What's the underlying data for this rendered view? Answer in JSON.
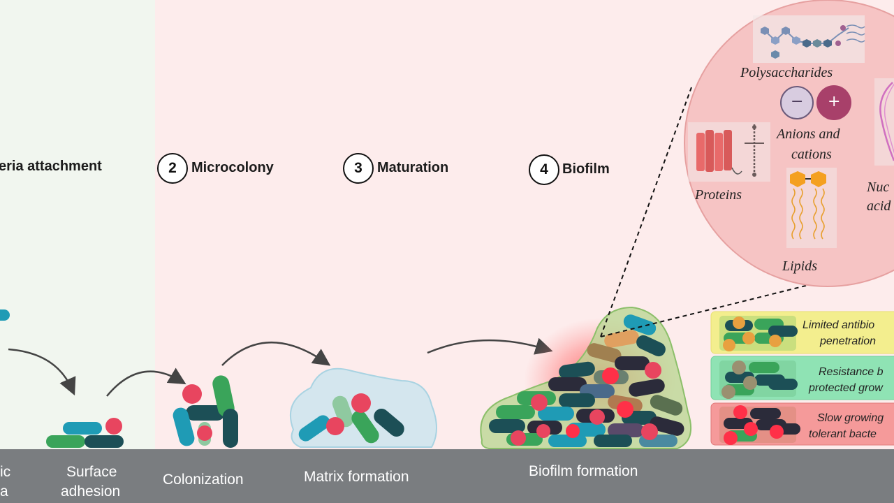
{
  "stages": [
    {
      "number": "",
      "title": "eria attachment"
    },
    {
      "number": "2",
      "title": "Microcolony"
    },
    {
      "number": "3",
      "title": "Maturation"
    },
    {
      "number": "4",
      "title": "Biofilm"
    }
  ],
  "steps": {
    "planktonic_line1": "ic",
    "planktonic_line2": "a",
    "surface_line1": "Surface",
    "surface_line2": "adhesion",
    "colonization": "Colonization",
    "matrix": "Matrix formation",
    "biofilm": "Biofilm formation"
  },
  "matrix_components": {
    "polysaccharides": "Polysaccharides",
    "ions_line1": "Anions and",
    "ions_line2": "cations",
    "anion_symbol": "−",
    "cation_symbol": "+",
    "proteins": "Proteins",
    "lipids": "Lipids",
    "nucleic_line1": "Nuc",
    "nucleic_line2": "acid"
  },
  "mechanisms": [
    {
      "line1": "Limited antibio",
      "line2": "penetration",
      "color": "#f3ee8e"
    },
    {
      "line1": "Resistance b",
      "line2": "protected grow",
      "color": "#8fe3b4"
    },
    {
      "line1": "Slow growing",
      "line2": "tolerant bacte",
      "color": "#f59a9a"
    }
  ],
  "colors": {
    "panel1_bg": "#f1f6ef",
    "panel2_bg": "#fdecec",
    "bottom_bar": "#7a7d80",
    "bacteria_teal": "#1f9bb5",
    "bacteria_green": "#3aa45a",
    "bacteria_dark": "#1c4f56",
    "cocci_pink": "#e8455f"
  }
}
